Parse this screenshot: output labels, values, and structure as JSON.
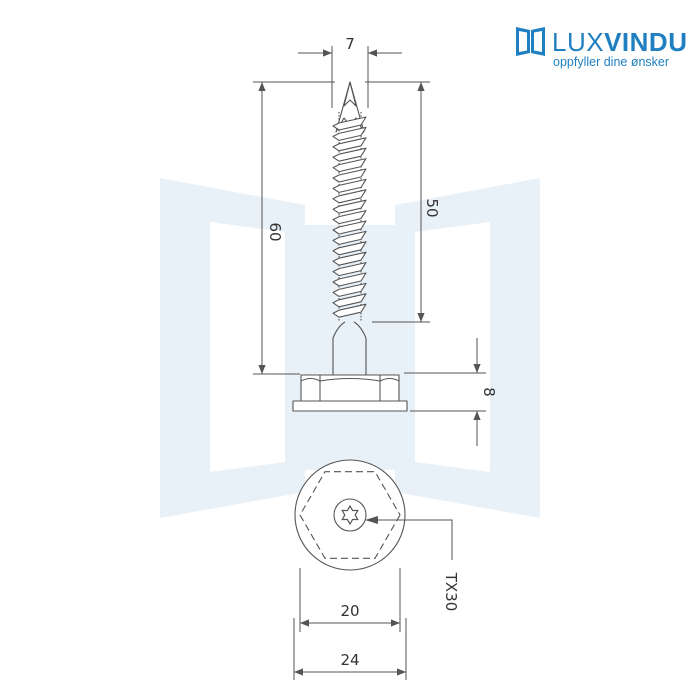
{
  "brand": {
    "name_part1": "LUX",
    "name_part2": "VINDU",
    "tagline": "oppfyller dine ønsker",
    "color": "#1f7fc0"
  },
  "dimensions": {
    "thread_diameter": "7",
    "overall_length": "60",
    "thread_length": "50",
    "head_height": "8",
    "hex_width": "20",
    "washer_diameter": "24",
    "drive": "TX30"
  },
  "colors": {
    "line": "#555555",
    "watermark": "#e9f1f8"
  }
}
